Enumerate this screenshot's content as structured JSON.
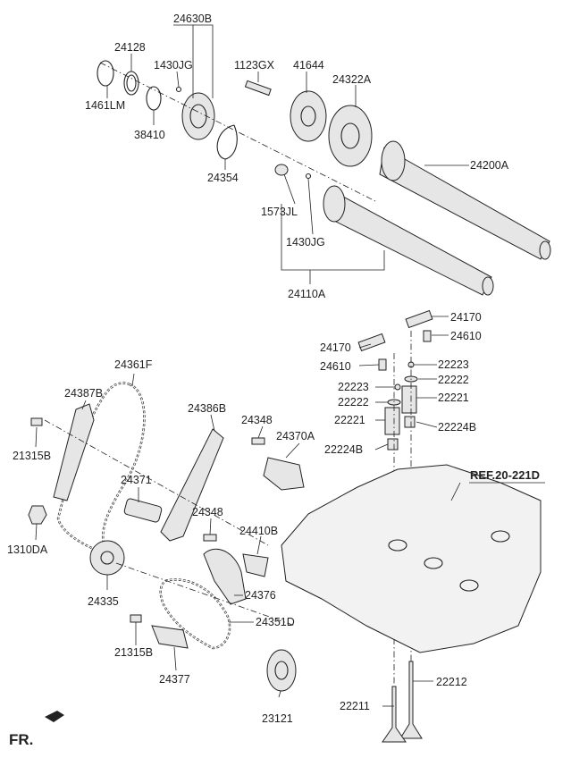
{
  "diagram": {
    "reference": {
      "text": "REF.20-221D"
    },
    "orientation": {
      "text": "FR."
    },
    "labels": [
      {
        "id": "l24630B",
        "text": "24630B"
      },
      {
        "id": "l24128",
        "text": "24128"
      },
      {
        "id": "l1430JG_a",
        "text": "1430JG"
      },
      {
        "id": "l1123GX",
        "text": "1123GX"
      },
      {
        "id": "l41644",
        "text": "41644"
      },
      {
        "id": "l24322A",
        "text": "24322A"
      },
      {
        "id": "l1461LM",
        "text": "1461LM"
      },
      {
        "id": "l38410",
        "text": "38410"
      },
      {
        "id": "l24354",
        "text": "24354"
      },
      {
        "id": "l24200A",
        "text": "24200A"
      },
      {
        "id": "l1573JL",
        "text": "1573JL"
      },
      {
        "id": "l1430JG_b",
        "text": "1430JG"
      },
      {
        "id": "l24110A",
        "text": "24110A"
      },
      {
        "id": "l24170_a",
        "text": "24170"
      },
      {
        "id": "l24610_a",
        "text": "24610"
      },
      {
        "id": "l24170_b",
        "text": "24170"
      },
      {
        "id": "l24610_b",
        "text": "24610"
      },
      {
        "id": "l22223_a",
        "text": "22223"
      },
      {
        "id": "l22223_b",
        "text": "22223"
      },
      {
        "id": "l22222_a",
        "text": "22222"
      },
      {
        "id": "l22222_b",
        "text": "22222"
      },
      {
        "id": "l22221_a",
        "text": "22221"
      },
      {
        "id": "l22221_b",
        "text": "22221"
      },
      {
        "id": "l22224B_a",
        "text": "22224B"
      },
      {
        "id": "l22224B_b",
        "text": "22224B"
      },
      {
        "id": "l24361F",
        "text": "24361F"
      },
      {
        "id": "l24387B",
        "text": "24387B"
      },
      {
        "id": "l24386B",
        "text": "24386B"
      },
      {
        "id": "l24348_a",
        "text": "24348"
      },
      {
        "id": "l24370A",
        "text": "24370A"
      },
      {
        "id": "l21315B_a",
        "text": "21315B"
      },
      {
        "id": "l24371",
        "text": "24371"
      },
      {
        "id": "l24348_b",
        "text": "24348"
      },
      {
        "id": "l24410B",
        "text": "24410B"
      },
      {
        "id": "l1310DA",
        "text": "1310DA"
      },
      {
        "id": "l24376",
        "text": "24376"
      },
      {
        "id": "l24335",
        "text": "24335"
      },
      {
        "id": "l24351D",
        "text": "24351D"
      },
      {
        "id": "l21315B_b",
        "text": "21315B"
      },
      {
        "id": "l24377",
        "text": "24377"
      },
      {
        "id": "l22212",
        "text": "22212"
      },
      {
        "id": "l22211",
        "text": "22211"
      },
      {
        "id": "l23121",
        "text": "23121"
      }
    ]
  }
}
